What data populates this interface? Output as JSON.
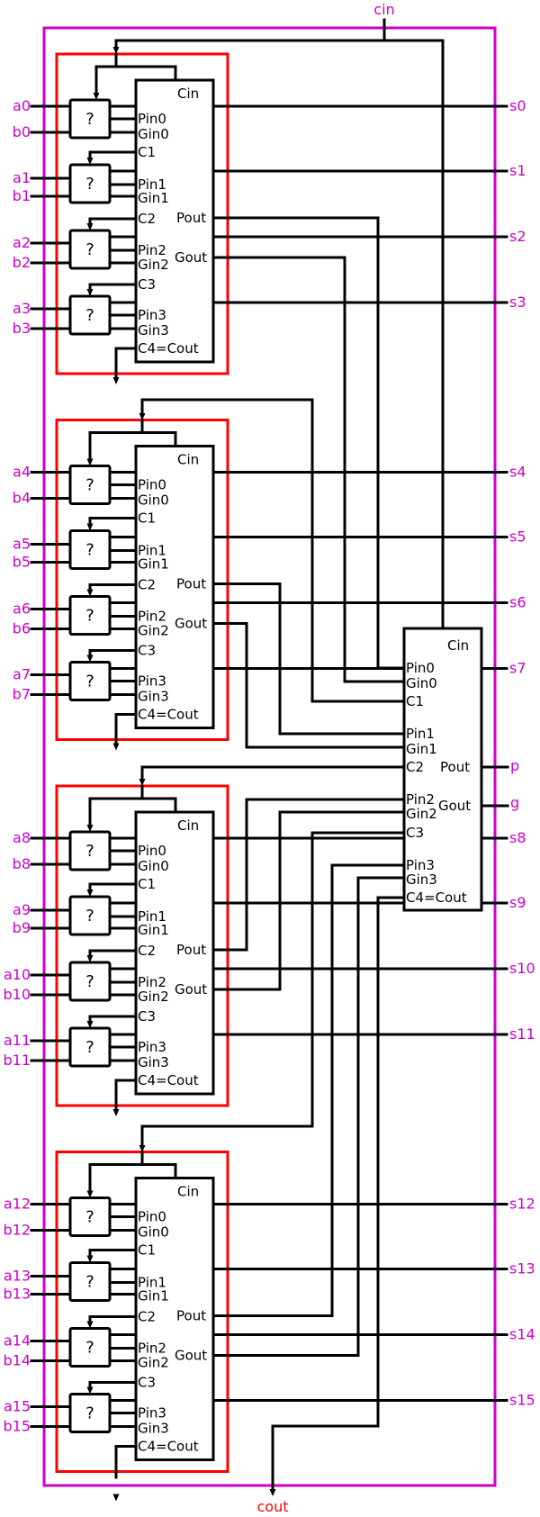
{
  "diagram": {
    "title": "16-bit carry-lookahead adder (hierarchical)",
    "colors": {
      "outer_boundary": "#cc00cc",
      "block_boundary": "#ff0000",
      "io_label": "#cc00cc",
      "cout_label": "#ff0000",
      "wire": "#000000"
    },
    "top_input": "cin",
    "bottom_output": "cout",
    "unknown_cell_label": "?",
    "blocks": [
      {
        "a": [
          "a0",
          "a1",
          "a2",
          "a3"
        ],
        "b": [
          "b0",
          "b1",
          "b2",
          "b3"
        ],
        "s": [
          "s0",
          "s1",
          "s2",
          "s3"
        ]
      },
      {
        "a": [
          "a4",
          "a5",
          "a6",
          "a7"
        ],
        "b": [
          "b4",
          "b5",
          "b6",
          "b7"
        ],
        "s": [
          "s4",
          "s5",
          "s6",
          "s7"
        ]
      },
      {
        "a": [
          "a8",
          "a9",
          "a10",
          "a11"
        ],
        "b": [
          "b8",
          "b9",
          "b10",
          "b11"
        ],
        "s": [
          "s8",
          "s9",
          "s10",
          "s11"
        ]
      },
      {
        "a": [
          "a12",
          "a13",
          "a14",
          "a15"
        ],
        "b": [
          "b12",
          "b13",
          "b14",
          "b15"
        ],
        "s": [
          "s12",
          "s13",
          "s14",
          "s15"
        ]
      }
    ],
    "cla_unit": {
      "cin": "Cin",
      "pins": [
        "Pin0",
        "Pin1",
        "Pin2",
        "Pin3"
      ],
      "gins": [
        "Gin0",
        "Gin1",
        "Gin2",
        "Gin3"
      ],
      "carries": [
        "C1",
        "C2",
        "C3",
        "C4=Cout"
      ],
      "pout": "Pout",
      "gout": "Gout"
    },
    "group_outputs": {
      "p": "p",
      "g": "g"
    }
  }
}
